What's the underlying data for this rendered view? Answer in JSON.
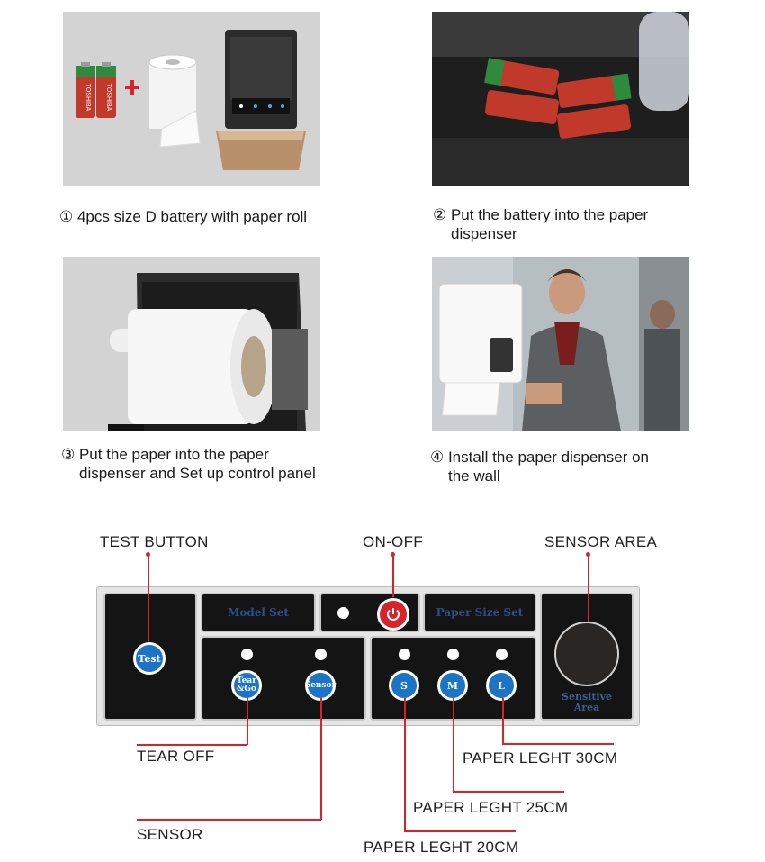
{
  "steps": [
    {
      "caption": "① 4pcs size D battery with paper roll",
      "line2": ""
    },
    {
      "caption": "② Put the battery into the paper",
      "line2": "dispenser"
    },
    {
      "caption": "③ Put the paper into the paper",
      "line2": "dispenser and Set up control panel"
    },
    {
      "caption": "④ Install the paper dispenser on",
      "line2": "the wall"
    }
  ],
  "battery_brand": "TOSHIBA",
  "callouts": {
    "test_button": "TEST BUTTON",
    "on_off": "ON-OFF",
    "sensor_area": "SENSOR AREA",
    "tear_off": "TEAR OFF",
    "sensor": "SENSOR",
    "paper_30": "PAPER LEGHT 30CM",
    "paper_25": "PAPER LEGHT 25CM",
    "paper_20": "PAPER LEGHT 20CM"
  },
  "panel": {
    "model_set": "Model Set",
    "paper_size_set": "Paper Size Set",
    "test": "Test",
    "tear_go": "Tear &Go",
    "sensor_btn": "Sensor",
    "s": "S",
    "m": "M",
    "l": "L",
    "sensitive_area": "Sensitive Area"
  },
  "colors": {
    "accent_red": "#d8232a",
    "button_blue": "#1d74c7",
    "label_blue": "#2c4f8a"
  }
}
